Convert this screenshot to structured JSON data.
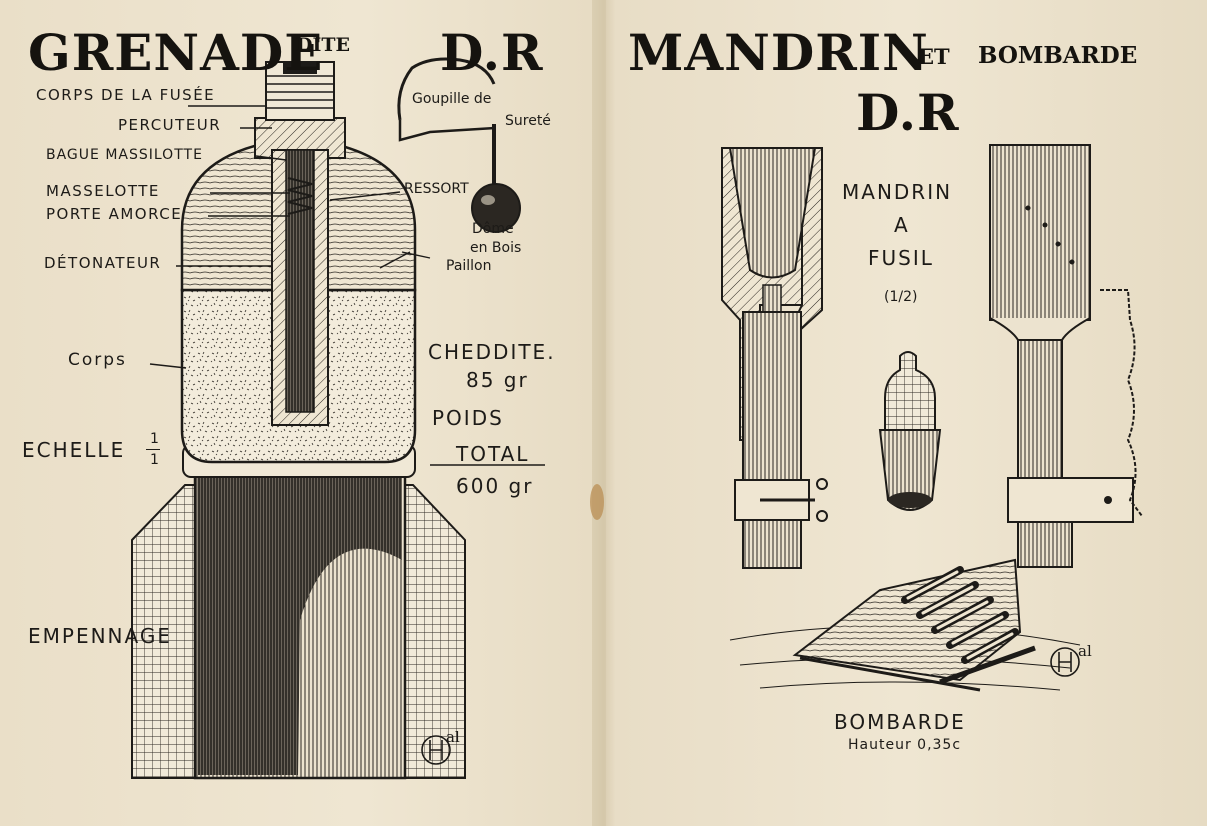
{
  "left_page": {
    "title_main": "GRENADE",
    "title_dite": "DITE",
    "title_dr": "D.R",
    "labels": {
      "corps_fusee": "Corps de la Fusée",
      "percuteur": "Percuteur",
      "bague": "Bague massilotte",
      "masselotte": "Masselotte",
      "porte_amorce": "Porte Amorce",
      "detonateur": "Détonateur",
      "corps": "Corps",
      "goupille": "Goupille de",
      "surete": "Sureté",
      "ressort": "Ressort",
      "dome": "Dôme",
      "en_bois": "en Bois",
      "paillon": "Paillon",
      "cheddite": "CHEDDITE.",
      "cheddite_weight": "85 gr",
      "poids": "POIDS",
      "total": "TOTAL",
      "total_weight": "600 gr",
      "echelle": "ECHELLE",
      "echelle_num": "1",
      "echelle_den": "1",
      "empennage": "EMPENNAGE"
    },
    "signature": "al"
  },
  "right_page": {
    "title_mandrin": "MANDRIN",
    "title_et": "ET",
    "title_bombarde": "BOMBARDE",
    "title_dr": "D.R",
    "labels": {
      "mandrin": "MANDRIN",
      "a": "A",
      "fusil": "FUSIL",
      "scale": "(1/2)",
      "bombarde": "BOMBARDE",
      "hauteur": "Hauteur 0,35c"
    },
    "signature": "al"
  }
}
